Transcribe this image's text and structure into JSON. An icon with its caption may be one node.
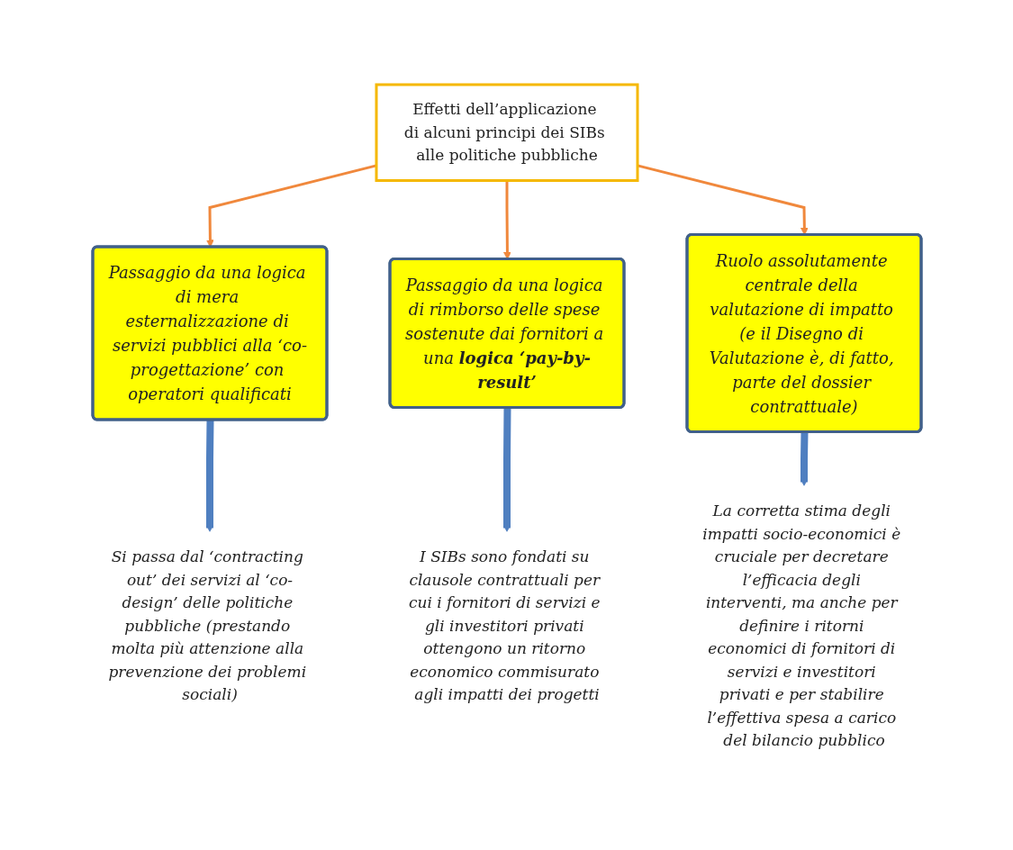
{
  "diagram": {
    "nodes": [
      {
        "text": [
          "Effetti dell’applicazione di alcuni principi dei SIBs alle politiche pubbliche"
        ]
      },
      {
        "text": [
          "Passaggio da una logica di mera esternalizzazione di servizi pubblici alla ‘co-progettazione’ con operatori qualificati"
        ]
      },
      {
        "text": [
          "Passaggio da una logica di rimborso delle spese sostenute dai fornitori a una **logica ‘pay-by-result’**"
        ]
      },
      {
        "text": [
          "Ruolo assolutamente centrale della valutazione di impatto (e il Disegno di Valutazione è, di fatto, parte del dossier contrattuale)"
        ]
      },
      {
        "text": [
          "Si passa dal ‘contracting out’ dei servizi al ‘co-design’ delle politiche pubbliche (prestando molta più attenzione alla prevenzione dei problemi sociali)"
        ]
      },
      {
        "text": [
          "I SIBs sono fondati su clausole contrattuali per cui i fornitori di servizi e gli investitori privati ottengono un ritorno economico commisurato agli impatti dei progetti"
        ]
      },
      {
        "text": [
          "La corretta stima degli impatti socio-economici è cruciale per decretare l’efficacia degli interventi, ma anche per definire i ritorni economici di fornitori di servizi e investitori privati e per stabilire l’effettiva spesa a carico del bilancio pubblico"
        ]
      }
    ],
    "edges": [
      {
        "from": 0,
        "to": 1,
        "arrow": "to",
        "color": "#f0883c"
      },
      {
        "from": 0,
        "to": 2,
        "arrow": "to",
        "color": "#f0883c"
      },
      {
        "from": 0,
        "to": 3,
        "arrow": "to",
        "color": "#f0883c"
      },
      {
        "from": 1,
        "to": 4,
        "arrow": "to",
        "style": "thick",
        "color": "#4f7fc0"
      },
      {
        "from": 2,
        "to": 5,
        "arrow": "to",
        "style": "thick",
        "color": "#4f7fc0"
      },
      {
        "from": 3,
        "to": 6,
        "arrow": "to",
        "style": "thick",
        "color": "#4f7fc0"
      }
    ]
  }
}
